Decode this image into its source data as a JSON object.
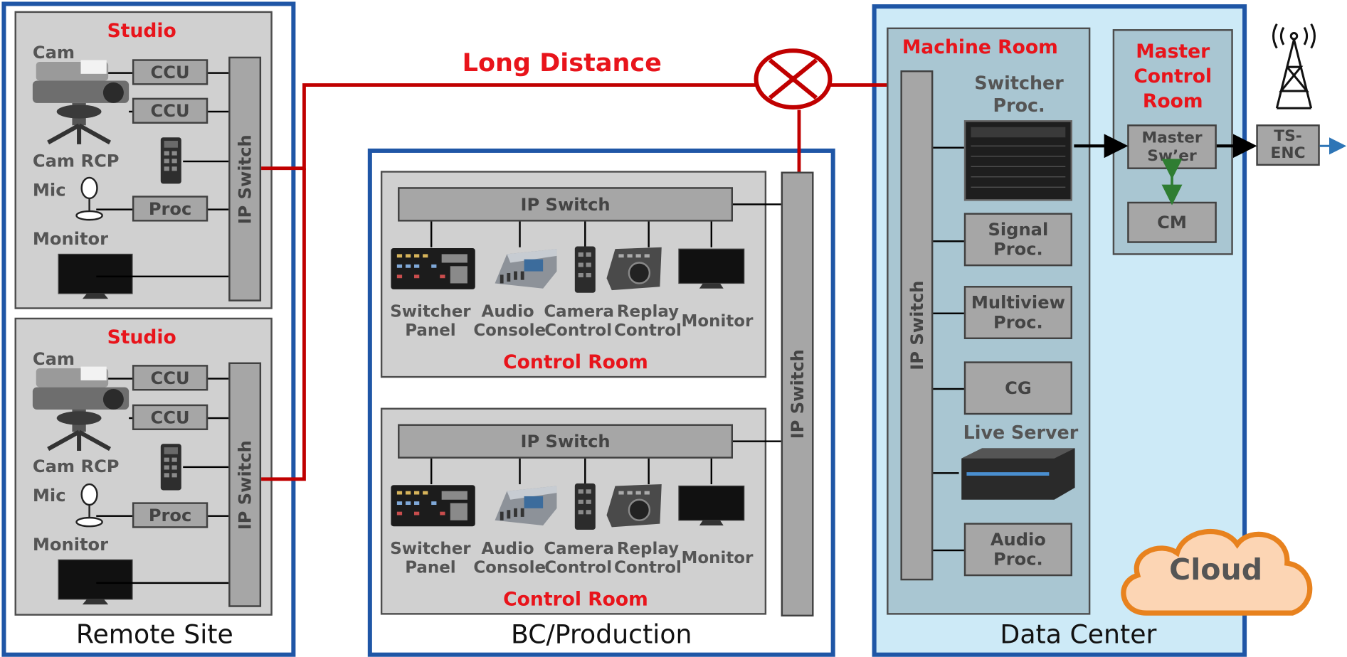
{
  "long_distance": "Long Distance",
  "cloud": "Cloud",
  "sections": {
    "remote": "Remote Site",
    "bc": "BC/Production",
    "dc": "Data Center"
  },
  "studio": {
    "title": "Studio",
    "cam": "Cam",
    "ccu": "CCU",
    "cam_rcp": "Cam RCP",
    "mic": "Mic",
    "proc": "Proc",
    "monitor": "Monitor",
    "ip_switch": "IP Switch"
  },
  "control_room": {
    "title": "Control Room",
    "ip_switch": "IP Switch",
    "switcher_panel": "Switcher\nPanel",
    "audio_console": "Audio\nConsole",
    "camera_control": "Camera\nControl",
    "replay_control": "Replay\nControl",
    "monitor": "Monitor"
  },
  "bc_ip_switch": "IP Switch",
  "machine_room": {
    "title": "Machine Room",
    "ip_switch": "IP Switch",
    "switcher_proc": "Switcher\nProc.",
    "signal_proc": "Signal\nProc.",
    "multiview_proc": "Multiview\nProc.",
    "cg": "CG",
    "live_server": "Live Server",
    "audio_proc": "Audio\nProc."
  },
  "mcr": {
    "title": "Master\nControl\nRoom",
    "master_swer": "Master\nSw’er",
    "cm": "CM"
  },
  "ts_enc": "TS-\nENC",
  "colors": {
    "section_border": "#1f56a6",
    "red_line": "#c00000",
    "label_red": "#e8141b",
    "data_center_bg": "#cdeaf7",
    "machine_room_bg": "#a9c6d2",
    "cloud_fill": "#fcd5b4",
    "cloud_stroke": "#e8821e",
    "green_arrow": "#2f7d32",
    "blue_arrow": "#2e75b6"
  }
}
